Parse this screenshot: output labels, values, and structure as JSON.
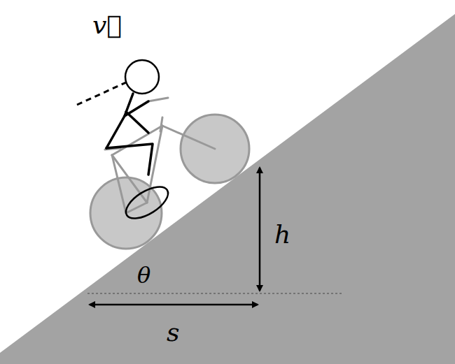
{
  "diagram": {
    "labels": [
      "v⃗",
      "θ",
      "h",
      "s"
    ]
  }
}
